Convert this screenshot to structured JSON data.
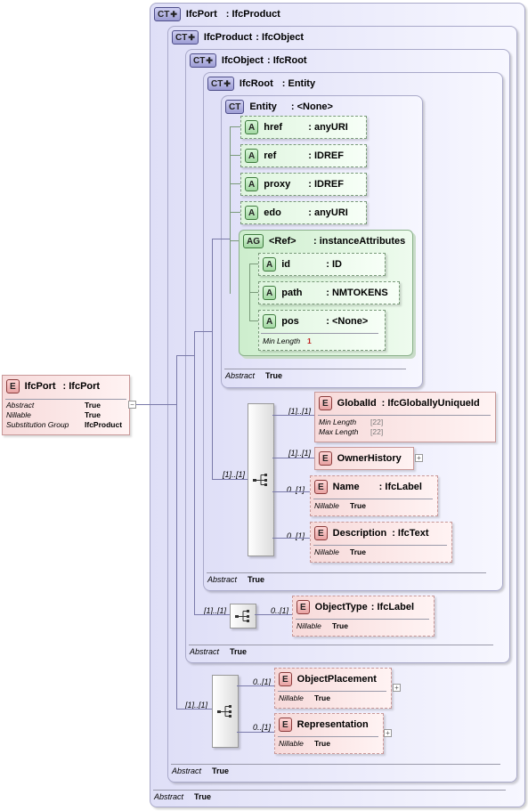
{
  "root": {
    "badge": "E",
    "name": "IfcPort",
    "type": ": IfcPort",
    "props": [
      {
        "key": "Abstract",
        "value": "True"
      },
      {
        "key": "Nillable",
        "value": "True"
      },
      {
        "key": "Substitution Group",
        "value": "IfcProduct"
      }
    ],
    "collapse": "−"
  },
  "types": {
    "port": {
      "badge": "CT",
      "name": "IfcPort",
      "base": ": IfcProduct",
      "abstract_key": "Abstract",
      "abstract_val": "True"
    },
    "product": {
      "badge": "CT",
      "name": "IfcProduct",
      "base": ": IfcObject",
      "abstract_key": "Abstract",
      "abstract_val": "True"
    },
    "object": {
      "badge": "CT",
      "name": "IfcObject",
      "base": ": IfcRoot",
      "abstract_key": "Abstract",
      "abstract_val": "True"
    },
    "root": {
      "badge": "CT",
      "name": "IfcRoot",
      "base": ": Entity",
      "abstract_key": "Abstract",
      "abstract_val": "True"
    },
    "entity": {
      "badge": "CT",
      "name": "Entity",
      "base": ": <None>",
      "abstract_key": "Abstract",
      "abstract_val": "True"
    }
  },
  "entity_attrs": [
    {
      "badge": "A",
      "name": "href",
      "type": ": anyURI"
    },
    {
      "badge": "A",
      "name": "ref",
      "type": ": IDREF"
    },
    {
      "badge": "A",
      "name": "proxy",
      "type": ": IDREF"
    },
    {
      "badge": "A",
      "name": "edo",
      "type": ": anyURI"
    }
  ],
  "attr_group": {
    "badge": "AG",
    "name": "<Ref>",
    "type": ": instanceAttributes",
    "attrs": [
      {
        "badge": "A",
        "name": "id",
        "type": ": ID"
      },
      {
        "badge": "A",
        "name": "path",
        "type": ": NMTOKENS"
      },
      {
        "badge": "A",
        "name": "pos",
        "type": ": <None>",
        "prop_key": "Min Length",
        "prop_val": "1"
      }
    ]
  },
  "root_elements": {
    "seq_card": "[1]..[1]",
    "items": [
      {
        "card": "[1]..[1]",
        "badge": "E",
        "name": "GlobalId",
        "type": ": IfcGloballyUniqueId",
        "props": [
          {
            "key": "Min Length",
            "value": "[22]"
          },
          {
            "key": "Max Length",
            "value": "[22]"
          }
        ]
      },
      {
        "card": "[1]..[1]",
        "badge": "E",
        "name": "OwnerHistory",
        "type": ""
      },
      {
        "card": "0..[1]",
        "badge": "E",
        "name": "Name",
        "type": ": IfcLabel",
        "props": [
          {
            "key": "Nillable",
            "value": "True"
          }
        ]
      },
      {
        "card": "0..[1]",
        "badge": "E",
        "name": "Description",
        "type": ": IfcText",
        "props": [
          {
            "key": "Nillable",
            "value": "True"
          }
        ]
      }
    ]
  },
  "object_elements": {
    "seq_card": "[1]..[1]",
    "item": {
      "card": "0..[1]",
      "badge": "E",
      "name": "ObjectType",
      "type": ": IfcLabel",
      "props": [
        {
          "key": "Nillable",
          "value": "True"
        }
      ]
    }
  },
  "product_elements": {
    "seq_card": "[1]..[1]",
    "items": [
      {
        "card": "0..[1]",
        "badge": "E",
        "name": "ObjectPlacement",
        "type": "",
        "props": [
          {
            "key": "Nillable",
            "value": "True"
          }
        ]
      },
      {
        "card": "0..[1]",
        "badge": "E",
        "name": "Representation",
        "type": "",
        "props": [
          {
            "key": "Nillable",
            "value": "True"
          }
        ]
      }
    ]
  },
  "expand_symbol": "+"
}
